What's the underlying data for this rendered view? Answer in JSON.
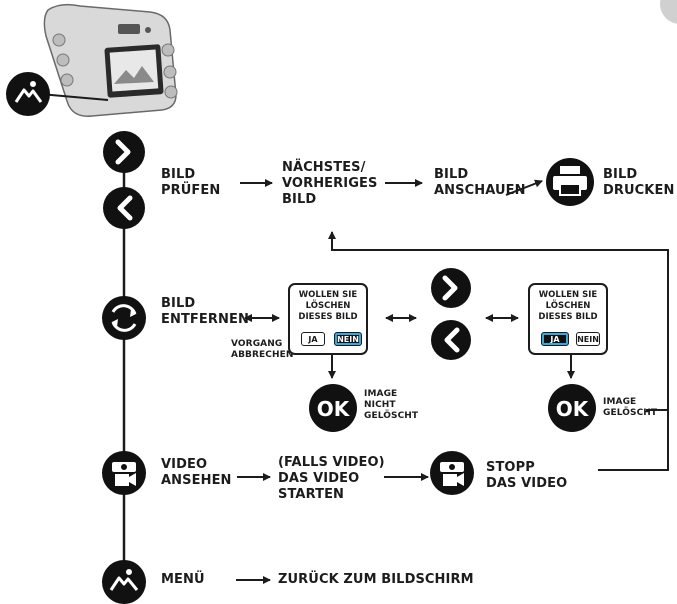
{
  "rows": {
    "review": {
      "label": "BILD\nPRÜFEN",
      "step1": "NÄCHSTES/\nVORHERIGES\nBILD",
      "step2": "BILD\nANSCHAUEN",
      "step3": "BILD\nDRUCKEN"
    },
    "delete": {
      "label": "BILD\nENTFERNEN",
      "cancel": "VORGANG\nABBRECHEN",
      "dialog_left": {
        "question": "WOLLEN SIE\nLÖSCHEN\nDIESES BILD",
        "yes": "JA",
        "no": "NEIN",
        "selected": "no"
      },
      "dialog_right": {
        "question": "WOLLEN SIE\nLÖSCHEN\nDIESES BILD",
        "yes": "JA",
        "no": "NEIN",
        "selected": "yes"
      },
      "result_left": "IMAGE\nNICHT\nGELÖSCHT",
      "result_right": "IMAGE\nGELÖSCHT",
      "ok": "OK"
    },
    "video": {
      "label": "VIDEO\nANSEHEN",
      "step1": "(FALLS VIDEO)\nDAS VIDEO\nSTARTEN",
      "step2": "STOPP\nDAS VIDEO"
    },
    "menu": {
      "label": "MENÜ",
      "step1": "ZURÜCK ZUM BILDSCHIRM"
    }
  },
  "icons": [
    "image-mode-icon",
    "chevron-right-icon",
    "chevron-left-icon",
    "printer-icon",
    "delete-cycle-icon",
    "ok-icon",
    "video-camera-icon",
    "mountain-menu-icon"
  ]
}
